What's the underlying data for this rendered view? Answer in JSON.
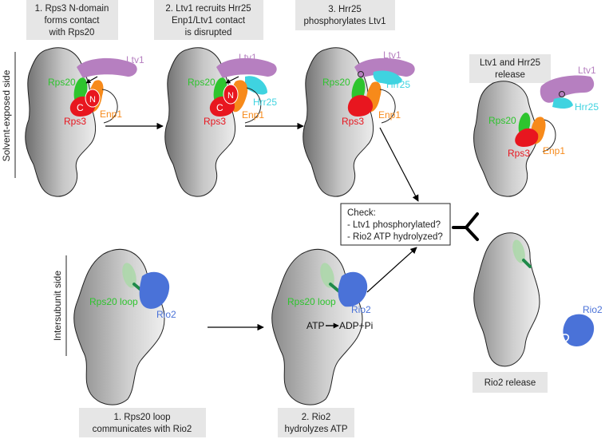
{
  "colors": {
    "ltv1": "#b67fc0",
    "hrr25": "#3fd3e0",
    "rps20": "#2ec42e",
    "rps3": "#e8161f",
    "enp1": "#f78a1a",
    "rio2": "#4a72d8",
    "rps20_loop": "#1f8a4a",
    "box": "#e6e6e6",
    "particle": "#a9a9a9"
  },
  "sides": {
    "solvent": "Solvent-exposed side",
    "intersubunit": "Intersubunit side"
  },
  "steps": {
    "s1": [
      "1. Rps3 N-domain",
      "forms contact",
      "with Rps20"
    ],
    "s2": [
      "2. Ltv1 recruits Hrr25",
      "Enp1/Ltv1 contact",
      "is disrupted"
    ],
    "s3": [
      "3. Hrr25",
      "phosphorylates Ltv1"
    ],
    "release": [
      "Ltv1 and Hrr25",
      "release"
    ],
    "b1": [
      "1. Rps20 loop",
      "communicates with Rio2"
    ],
    "b2": [
      "2. Rio2",
      "hydrolyzes ATP"
    ],
    "rio2_release": "Rio2 release"
  },
  "labels": {
    "ltv1": "Ltv1",
    "rps20": "Rps20",
    "rps3": "Rps3",
    "enp1": "Enp1",
    "hrr25": "Hrr25",
    "rps3_c": "C",
    "rps3_n": "N",
    "rps20_loop": "Rps20 loop",
    "rio2": "Rio2",
    "atp": "ATP",
    "adp": "ADP+Pi"
  },
  "check": [
    "Check:",
    "- Ltv1 phosphorylated?",
    "- Rio2 ATP hydrolyzed?"
  ]
}
